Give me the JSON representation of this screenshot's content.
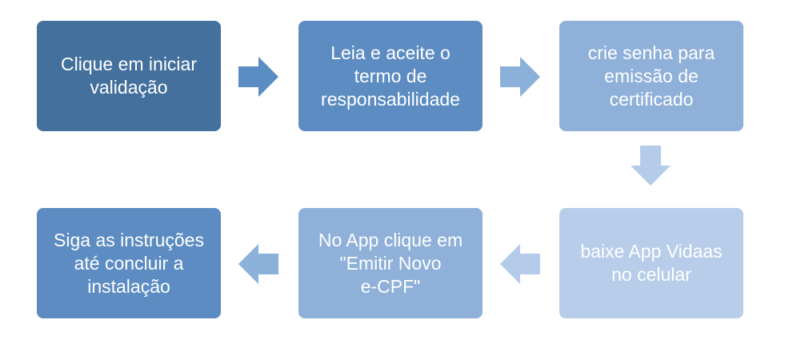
{
  "steps": [
    {
      "text": "Clique em iniciar\nvalidação",
      "color": "#44709D"
    },
    {
      "text": "Leia e aceite o\ntermo de\nresponsabilidade",
      "color": "#5C8CC2"
    },
    {
      "text": "crie senha para\nemissão de\ncertificado",
      "color": "#8EB0D9"
    },
    {
      "text": "baixe App Vidaas\nno celular",
      "color": "#B7CDEA"
    },
    {
      "text": "No App clique em\n\"Emitir Novo\ne-CPF\"",
      "color": "#8EB0D9"
    },
    {
      "text": "Siga as instruções\naté concluir a\ninstalação",
      "color": "#5C8CC2"
    }
  ],
  "arrows": [
    {
      "direction": "right",
      "color": "#5A8DC4"
    },
    {
      "direction": "right",
      "color": "#8BB0DA"
    },
    {
      "direction": "down",
      "color": "#B4CCEA"
    },
    {
      "direction": "left",
      "color": "#B4CCEA"
    },
    {
      "direction": "left",
      "color": "#8BB0DA"
    }
  ]
}
